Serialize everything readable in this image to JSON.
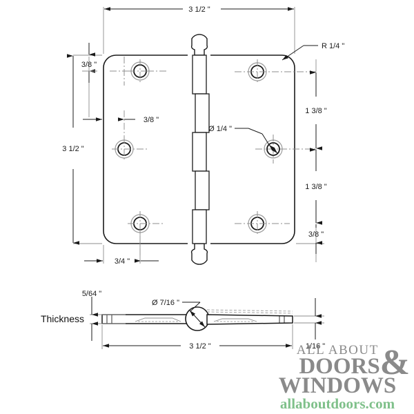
{
  "drawing": {
    "title": "Door hinge technical drawing",
    "colors": {
      "line": "#1a1a1a",
      "centerline": "#8c8c8c",
      "dim_text": "#1a1a1a",
      "logo_gray": "#8a8a8a",
      "logo_green": "#7fc08a"
    },
    "front_view": {
      "name": "front-view",
      "dimensions": {
        "overall_width": "3 1/2 \"",
        "overall_height": "3 1/2 \"",
        "corner_radius": "R 1/4 \"",
        "hole_diameter": "Ø 1/4 \"",
        "top_hole_offset": "3/8 \"",
        "left_hole_offset": "3/8 \"",
        "bottom_hole_offset": "3/8 \"",
        "hole_spacing_upper": "1 3/8 \"",
        "hole_spacing_lower": "1 3/8 \"",
        "bottom_width": "3/4 \""
      }
    },
    "side_view": {
      "name": "side-view",
      "label": "Thickness",
      "dimensions": {
        "thickness": "5/64 \"",
        "barrel_diameter": "Ø 7/16 \"",
        "overall_length": "3 1/2 \"",
        "leaf_edge_thickness": "1/16 \""
      }
    }
  },
  "logo": {
    "line1": "ALL ABOUT",
    "line2": "DOORS",
    "ampersand": "&",
    "line3": "WINDOWS",
    "line4": "allaboutdoors.com"
  }
}
